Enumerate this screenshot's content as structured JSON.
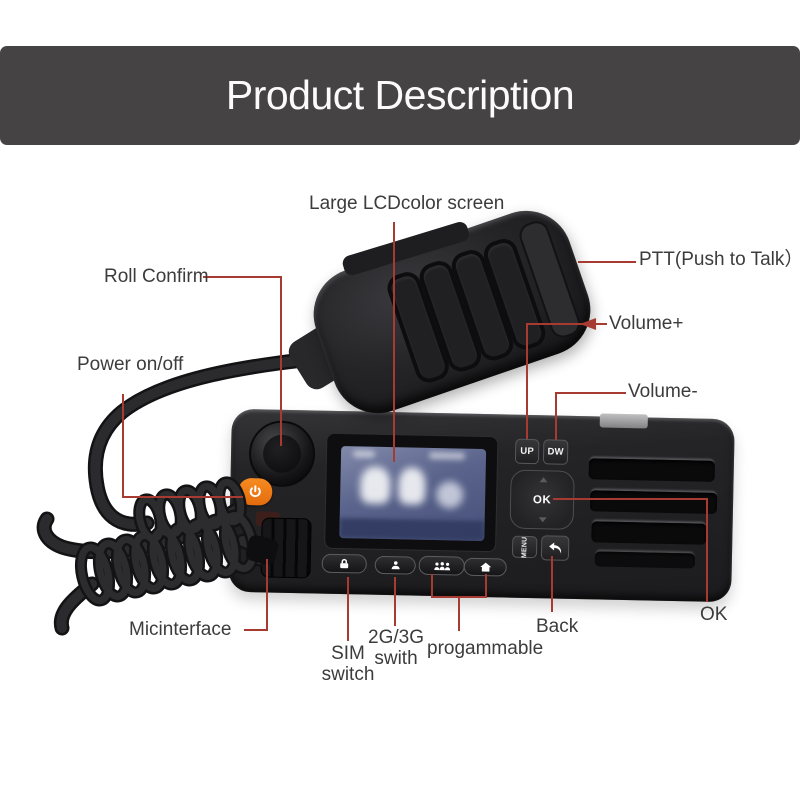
{
  "banner": {
    "title": "Product Description"
  },
  "colors": {
    "banner_bg": "#454344",
    "banner_text": "#fbfbfb",
    "annotation_line": "#a83b31",
    "label_text": "#3d3c3c",
    "power_button": "#ef7a18",
    "screen_tint": "#59638b"
  },
  "callouts": {
    "lcd_screen": "Large LCDcolor screen",
    "roll_confirm": "Roll Confirm",
    "power": "Power on/off",
    "ptt": "PTT(Push to Talk）",
    "volume_up": "Volume+",
    "volume_down": "Volume-",
    "mic_interface": "Micinterface",
    "sim_switch": [
      "SIM",
      "switch"
    ],
    "network_switch": [
      "2G/3G",
      "swith"
    ],
    "programmable": "progammable",
    "back": "Back",
    "ok": "OK"
  },
  "device": {
    "keys": {
      "up": "UP",
      "down": "DW",
      "ok": "OK",
      "menu": "MENU"
    },
    "icons": [
      "power-icon",
      "back-arrow-icon",
      "lock-icon",
      "contact-icon",
      "group-icon",
      "home-icon"
    ]
  }
}
